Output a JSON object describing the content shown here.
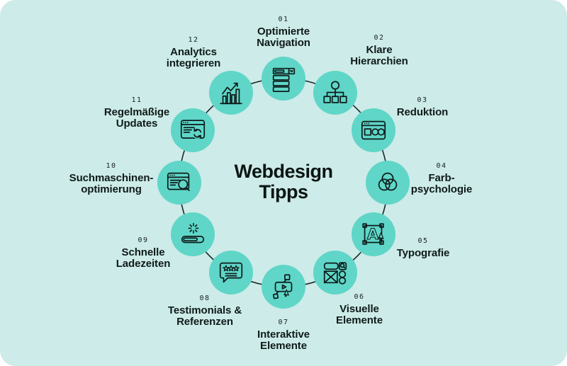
{
  "colors": {
    "canvas_background": "#cdebe8",
    "node_circle": "#5fd6c8",
    "ink": "#0e1b1a",
    "connector": "#172624"
  },
  "center": {
    "title": "Webdesign\nTipps"
  },
  "items": [
    {
      "number": "01",
      "label": "Optimierte\nNavigation",
      "icon": "navigation-menu-icon"
    },
    {
      "number": "02",
      "label": "Klare\nHierarchien",
      "icon": "hierarchy-icon"
    },
    {
      "number": "03",
      "label": "Reduktion",
      "icon": "browser-shapes-icon"
    },
    {
      "number": "04",
      "label": "Farb-\npsychologie",
      "icon": "venn-circles-icon"
    },
    {
      "number": "05",
      "label": "Typografie",
      "icon": "letter-selection-icon"
    },
    {
      "number": "06",
      "label": "Visuelle\nElemente",
      "icon": "wireframe-icon"
    },
    {
      "number": "07",
      "label": "Interaktive\nElemente",
      "icon": "flowchart-play-icon"
    },
    {
      "number": "08",
      "label": "Testimonials &\nReferenzen",
      "icon": "review-bubble-icon"
    },
    {
      "number": "09",
      "label": "Schnelle\nLadezeiten",
      "icon": "loading-bar-icon"
    },
    {
      "number": "10",
      "label": "Suchmaschinen-\noptimierung",
      "icon": "browser-search-icon"
    },
    {
      "number": "11",
      "label": "Regelmäßige\nUpdates",
      "icon": "browser-refresh-icon"
    },
    {
      "number": "12",
      "label": "Analytics\nintegrieren",
      "icon": "bar-chart-icon"
    }
  ]
}
